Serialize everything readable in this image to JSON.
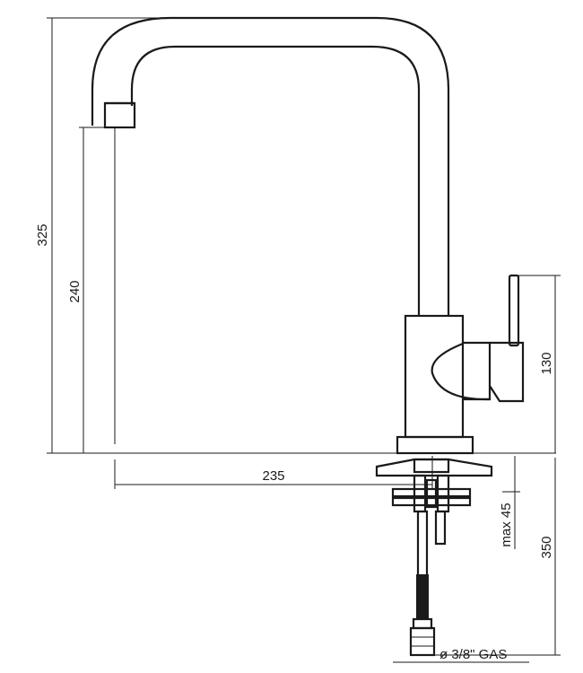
{
  "dimensions": {
    "total_height": "325",
    "spout_height": "240",
    "body_height": "130",
    "spout_reach": "235",
    "max_thickness": "max 45",
    "hose_length": "350",
    "connection": "ø 3/8\" GAS"
  }
}
